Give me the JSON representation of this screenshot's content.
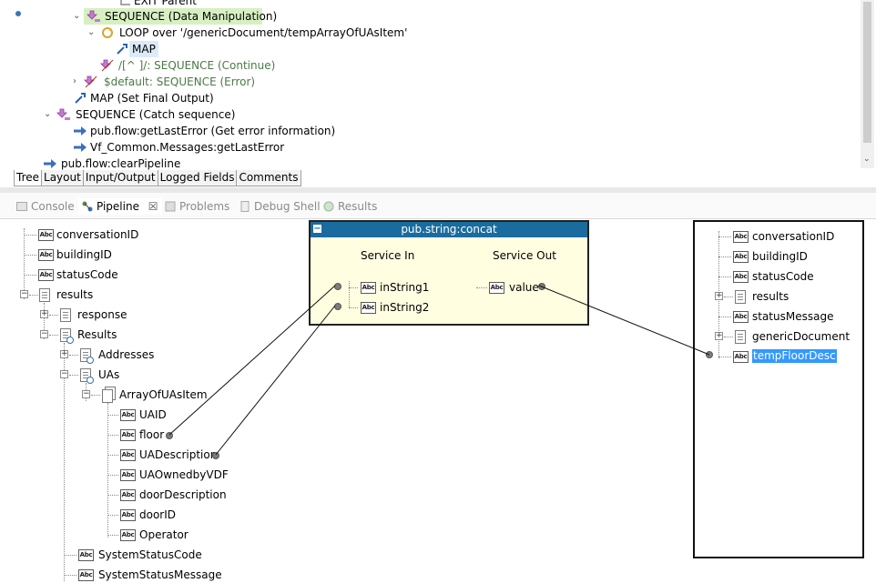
{
  "flow_tree": {
    "rows": [
      {
        "text": "EXIT  Parent"
      },
      {
        "text": "SEQUENCE (Data Manipulation)"
      },
      {
        "text": "LOOP over '/genericDocument/tempArrayOfUAsItem'"
      },
      {
        "text": "MAP"
      },
      {
        "text": "/[^ ]/: SEQUENCE (Continue)"
      },
      {
        "text": "$default: SEQUENCE (Error)"
      },
      {
        "text": "MAP (Set Final Output)"
      },
      {
        "text": "SEQUENCE (Catch sequence)"
      },
      {
        "text": "pub.flow:getLastError (Get error information)"
      },
      {
        "text": "Vf_Common.Messages:getLastError"
      },
      {
        "text": "pub.flow:clearPipeline"
      }
    ]
  },
  "editor_tabs": [
    "Tree",
    "Layout",
    "Input/Output",
    "Logged Fields",
    "Comments"
  ],
  "view_tabs": {
    "console": "Console",
    "pipeline": "Pipeline",
    "close": "☒",
    "problems": "Problems",
    "debug_shell": "Debug Shell",
    "results": "Results"
  },
  "pipeline_in": {
    "conversationID": "conversationID",
    "buildingID": "buildingID",
    "statusCode": "statusCode",
    "results": "results",
    "response": "response",
    "Results": "Results",
    "Addresses": "Addresses",
    "UAs": "UAs",
    "ArrayOfUAsItem": "ArrayOfUAsItem",
    "UAID": "UAID",
    "floor": "floor",
    "UADescription": "UADescription",
    "UAOwnedbyVDF": "UAOwnedbyVDF",
    "doorDescription": "doorDescription",
    "doorID": "doorID",
    "Operator": "Operator",
    "SystemStatusCode": "SystemStatusCode",
    "SystemStatusMessage": "SystemStatusMessage"
  },
  "service": {
    "title": "pub.string:concat",
    "service_in": "Service In",
    "service_out": "Service Out",
    "inString1": "inString1",
    "inString2": "inString2",
    "value": "value"
  },
  "pipeline_out": {
    "conversationID": "conversationID",
    "buildingID": "buildingID",
    "statusCode": "statusCode",
    "results": "results",
    "statusMessage": "statusMessage",
    "genericDocument": "genericDocument",
    "tempFloorDesc": "tempFloorDesc"
  },
  "icon_label": "Abc",
  "colors": {
    "service_header": "#1b6c9e",
    "service_body": "#fffee0",
    "sequence_highlight": "#d7f0c2",
    "selection": "#3399ff"
  }
}
